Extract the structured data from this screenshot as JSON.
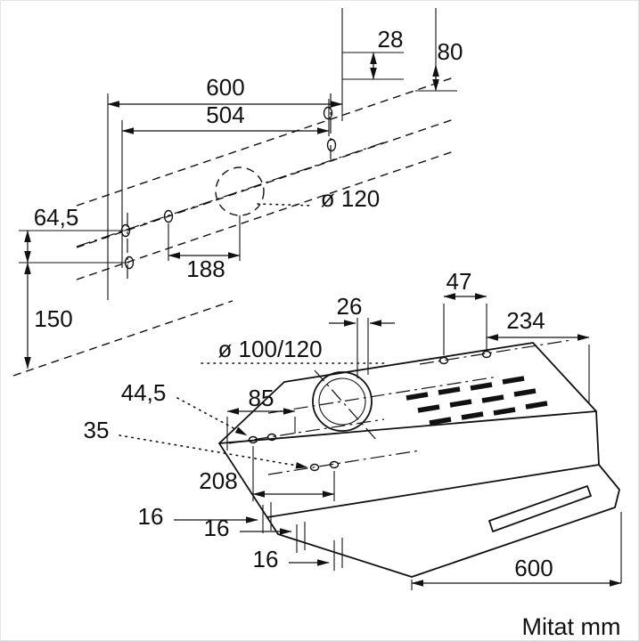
{
  "footer": {
    "units_label": "Mitat mm"
  },
  "template_view": {
    "title": "wall mounting template",
    "dims": {
      "width": "600",
      "hole_span": "504",
      "top_offset": "28",
      "right_offset": "80",
      "duct_diameter": "ø 120",
      "hole_gap": "64,5",
      "center_offset": "188",
      "bottom_offset": "150"
    }
  },
  "hood_view": {
    "title": "cooker hood isometric view",
    "dims": {
      "duct_offset": "26",
      "top_hole_span": "47",
      "depth_right": "234",
      "duct_diameter": "ø 100/120",
      "front_offset": "44,5",
      "duct_center": "85",
      "side_offset": "35",
      "front_hole_span": "208",
      "edge_offset_1": "16",
      "edge_offset_2": "16",
      "edge_offset_3": "16",
      "width": "600"
    }
  }
}
